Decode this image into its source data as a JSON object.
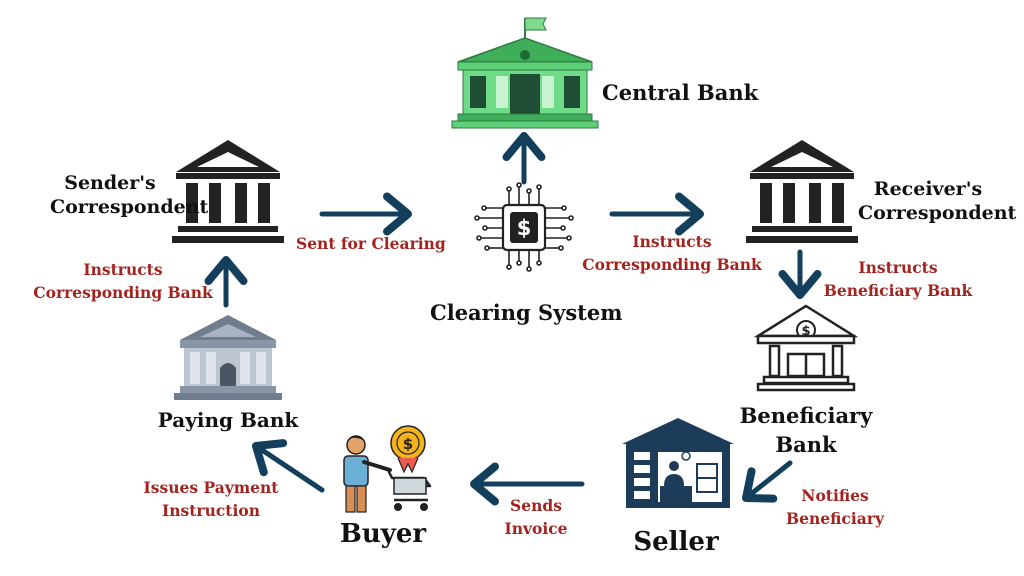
{
  "colors": {
    "arrow": "#143f5c",
    "edge_label": "#a3231f",
    "node_label": "#111111",
    "central_bank_green": "#4cc96a",
    "paying_bank_gray": "#8a96a6",
    "icon_dark": "#222222",
    "seller_navy": "#1c3c5a",
    "coin_gold": "#f4b31c"
  },
  "nodes": {
    "central_bank": {
      "label": "Central Bank",
      "icon": "bank-building-icon"
    },
    "clearing_system": {
      "label": "Clearing System",
      "icon": "dollar-chip-icon"
    },
    "senders_correspondent": {
      "line1": "Sender's",
      "line2": "Correspondent",
      "icon": "bank-icon"
    },
    "receivers_correspondent": {
      "line1": "Receiver's",
      "line2": "Correspondent",
      "icon": "bank-icon"
    },
    "beneficiary_bank": {
      "line1": "Beneficiary",
      "line2": "Bank",
      "icon": "bank-dollar-icon"
    },
    "seller": {
      "label": "Seller",
      "icon": "shop-icon"
    },
    "buyer": {
      "label": "Buyer",
      "icon": "shopper-cart-icon"
    },
    "paying_bank": {
      "label": "Paying Bank",
      "icon": "bank-icon"
    }
  },
  "edges": {
    "sent_for_clearing": "Sent for Clearing",
    "instructs_corresponding_bank_right": {
      "line1": "Instructs",
      "line2": "Corresponding Bank"
    },
    "instructs_beneficiary_bank": {
      "line1": "Instructs",
      "line2": "Beneficiary  Bank"
    },
    "notifies_beneficiary": {
      "line1": "Notifies",
      "line2": "Beneficiary"
    },
    "sends_invoice": {
      "line1": "Sends",
      "line2": "Invoice"
    },
    "issues_payment_instruction": {
      "line1": "Issues Payment",
      "line2": "Instruction"
    },
    "instructs_corresponding_bank_left": {
      "line1": "Instructs",
      "line2": "Corresponding Bank"
    }
  }
}
